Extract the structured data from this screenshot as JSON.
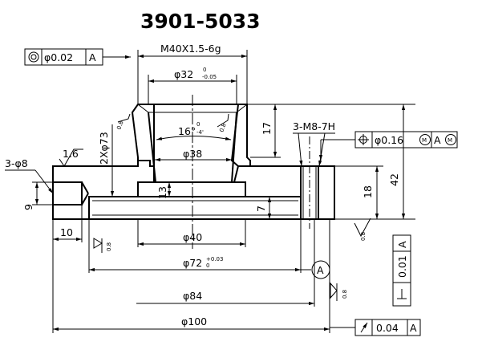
{
  "title": "3901-5033",
  "frames": {
    "top": {
      "symbol": "concentricity",
      "tolerance": "φ0.02",
      "datum": "A"
    },
    "right": {
      "symbol": "position",
      "tolerance": "φ0.16",
      "datum": "A"
    },
    "bottom": {
      "symbol": "circular-runout",
      "tolerance": "0.04",
      "datum": "A"
    },
    "vertical": {
      "symbol": "perpendicularity",
      "tolerance": "0.01",
      "datum": "A"
    }
  },
  "dimensions": {
    "thread": "M40X1.5-6g",
    "d32": "φ32",
    "d32_upper": "0",
    "d32_lower": "-0.05",
    "angle": "16°",
    "angle_upper": "0",
    "angle_lower": "-4'",
    "d38": "φ38",
    "d40": "φ40",
    "d72": "φ72",
    "d72_upper": "+0.03",
    "d72_lower": "0",
    "d84": "φ84",
    "d100": "φ100",
    "holes": "3-φ8",
    "threaded_holes": "3-M8-7H",
    "bolt_circle": "2Xφ73",
    "h17": "17",
    "h42": "42",
    "h18": "18",
    "h13": "13",
    "h7": "7",
    "h9": "9",
    "w10": "10",
    "chamfer": "0.8",
    "roughness_16": "1.6",
    "roughness_08": "0.8"
  },
  "datum_label": "A"
}
